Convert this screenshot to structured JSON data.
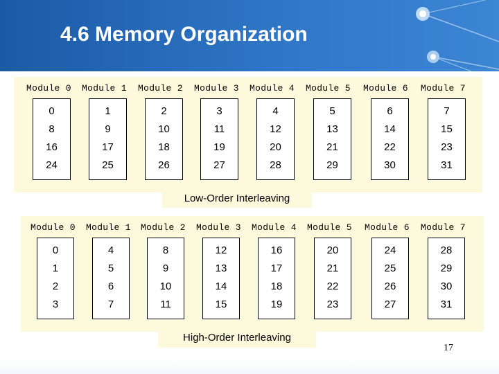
{
  "title": "4.6 Memory Organization",
  "page_number": "17",
  "low_order": {
    "caption": "Low-Order Interleaving",
    "modules": [
      {
        "label": "Module 0",
        "values": [
          "0",
          "8",
          "16",
          "24"
        ]
      },
      {
        "label": "Module 1",
        "values": [
          "1",
          "9",
          "17",
          "25"
        ]
      },
      {
        "label": "Module 2",
        "values": [
          "2",
          "10",
          "18",
          "26"
        ]
      },
      {
        "label": "Module 3",
        "values": [
          "3",
          "11",
          "19",
          "27"
        ]
      },
      {
        "label": "Module 4",
        "values": [
          "4",
          "12",
          "20",
          "28"
        ]
      },
      {
        "label": "Module 5",
        "values": [
          "5",
          "13",
          "21",
          "29"
        ]
      },
      {
        "label": "Module 6",
        "values": [
          "6",
          "14",
          "22",
          "30"
        ]
      },
      {
        "label": "Module 7",
        "values": [
          "7",
          "15",
          "23",
          "31"
        ]
      }
    ]
  },
  "high_order": {
    "caption": "High-Order Interleaving",
    "modules": [
      {
        "label": "Module 0",
        "values": [
          "0",
          "1",
          "2",
          "3"
        ]
      },
      {
        "label": "Module 1",
        "values": [
          "4",
          "5",
          "6",
          "7"
        ]
      },
      {
        "label": "Module 2",
        "values": [
          "8",
          "9",
          "10",
          "11"
        ]
      },
      {
        "label": "Module 3",
        "values": [
          "12",
          "13",
          "14",
          "15"
        ]
      },
      {
        "label": "Module 4",
        "values": [
          "16",
          "17",
          "18",
          "19"
        ]
      },
      {
        "label": "Module 5",
        "values": [
          "20",
          "21",
          "22",
          "23"
        ]
      },
      {
        "label": "Module 6",
        "values": [
          "24",
          "25",
          "26",
          "27"
        ]
      },
      {
        "label": "Module 7",
        "values": [
          "28",
          "29",
          "30",
          "31"
        ]
      }
    ]
  },
  "colors": {
    "header_blue": "#1b5aa6",
    "panel_cream": "#fdf9dc"
  }
}
